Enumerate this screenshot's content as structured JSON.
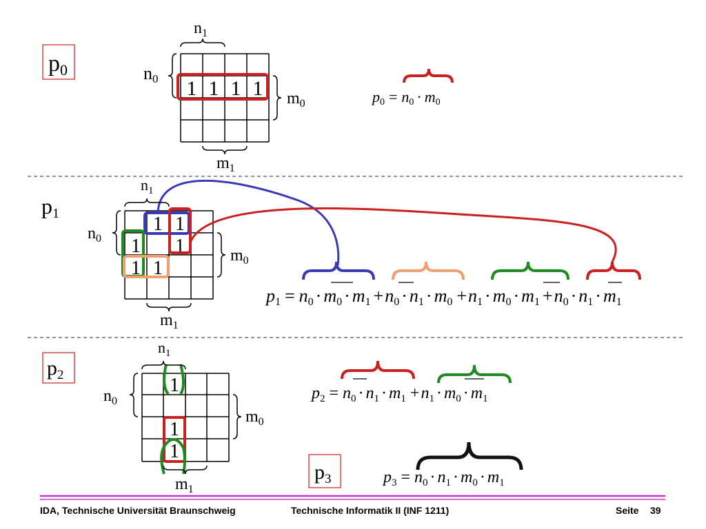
{
  "colors": {
    "red": "#cc1f1f",
    "blue": "#3a3ab8",
    "green": "#1f8a1f",
    "orange": "#f0a070",
    "black": "#111111",
    "footer_line": "#cc33cc"
  },
  "p0": {
    "label": "p",
    "label_sub": "0",
    "n0": "n",
    "n0_sub": "0",
    "n1": "n",
    "n1_sub": "1",
    "m0": "m",
    "m0_sub": "0",
    "m1": "m",
    "m1_sub": "1",
    "cells": [
      "1",
      "1",
      "1",
      "1"
    ],
    "formula": {
      "lhs": "p",
      "lhs_sub": "0",
      "eq": "=",
      "t1": "n",
      "t1_sub": "0",
      "dot": "·",
      "t2": "m",
      "t2_sub": "0"
    }
  },
  "p1": {
    "label": "p",
    "label_sub": "1",
    "n0": "n",
    "n0_sub": "0",
    "n1": "n",
    "n1_sub": "1",
    "m0": "m",
    "m0_sub": "0",
    "m1": "m",
    "m1_sub": "1",
    "cells": [
      "1",
      "1",
      "1",
      "1",
      "1",
      "1"
    ],
    "formula": "p₁ = n₀·m₀·m₁ + n₀·n₁·m₀ + n₁·m₀·m₁ + n₀·n₁·m₁"
  },
  "p2": {
    "label": "p",
    "label_sub": "2",
    "n0": "n",
    "n0_sub": "0",
    "n1": "n",
    "n1_sub": "1",
    "m0": "m",
    "m0_sub": "0",
    "m1": "m",
    "m1_sub": "1",
    "cells": [
      "1",
      "1",
      "1"
    ],
    "formula": "p₂ = n₀·n₁·m₁ + n₁·m₀·m₁"
  },
  "p3": {
    "label": "p",
    "label_sub": "3",
    "formula": "p₃ = n₀·n₁·m₀·m₁"
  },
  "footer": {
    "left": "IDA, Technische Universität Braunschweig",
    "center": "Technische Informatik II (INF 1211)",
    "page_label": "Seite",
    "page_number": "39"
  }
}
